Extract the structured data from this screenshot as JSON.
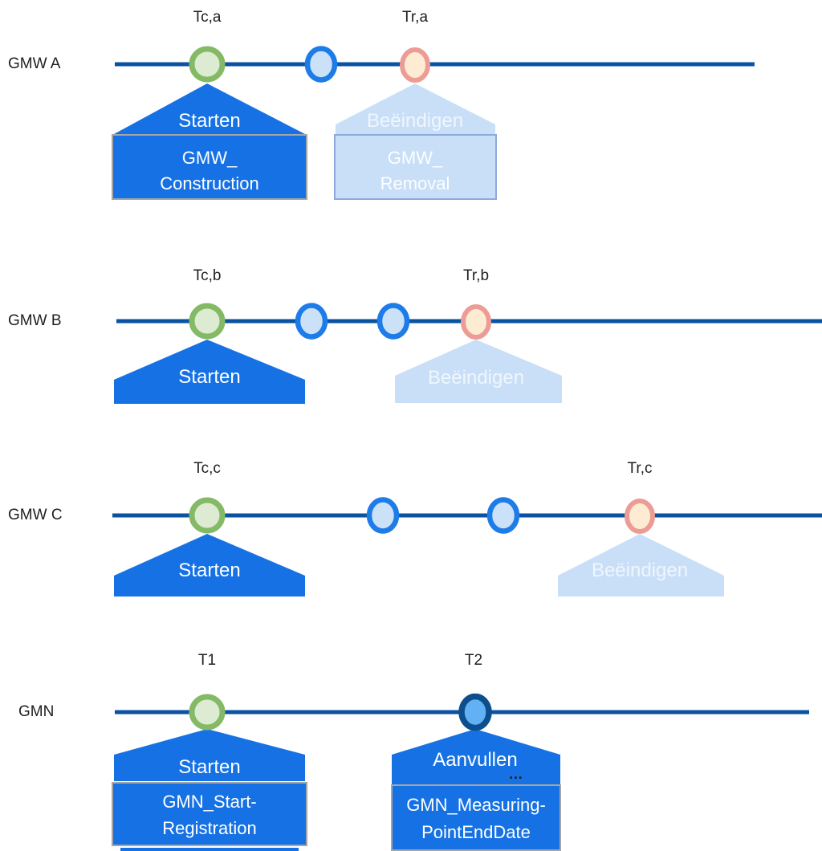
{
  "diagram": {
    "rows": [
      {
        "key": "gmw_a",
        "label": "GMW A",
        "t_start": "Tc,a",
        "t_end": "Tr,a",
        "markers": [
          "green",
          "blue",
          "orange"
        ],
        "start_action": "Starten",
        "start_doc": [
          "GMW_",
          "Construction"
        ],
        "end_action": "Beëindigen",
        "end_doc": [
          "GMW_",
          "Removal"
        ]
      },
      {
        "key": "gmw_b",
        "label": "GMW B",
        "t_start": "Tc,b",
        "t_end": "Tr,b",
        "markers": [
          "green",
          "blue",
          "blue",
          "orange"
        ],
        "start_action": "Starten",
        "end_action": "Beëindigen"
      },
      {
        "key": "gmw_c",
        "label": "GMW C",
        "t_start": "Tc,c",
        "t_end": "Tr,c",
        "markers": [
          "green",
          "blue",
          "blue",
          "orange"
        ],
        "start_action": "Starten",
        "end_action": "Beëindigen"
      },
      {
        "key": "gmn",
        "label": "GMN",
        "t_start": "T1",
        "t_end": "T2",
        "markers": [
          "green",
          "navy"
        ],
        "start_action": "Starten",
        "start_doc": [
          "GMN_Start-",
          "Registration"
        ],
        "end_action": "Aanvullen",
        "end_more": "…",
        "end_doc": [
          "GMN_Measuring-",
          "PointEndDate"
        ]
      }
    ],
    "colors": {
      "timeline": "#0A52A2",
      "action_callout_fill": "#1672E4",
      "action_callout_border": "#A6A6A6",
      "planned_callout_fill": "#C9DFF8",
      "planned_callout_border": "#8EA9DB",
      "marker_green_fill": "#DCEBD1",
      "marker_green_border": "#84BA66",
      "marker_blue_fill": "#CBE1F8",
      "marker_blue_border": "#1E7CE8",
      "marker_orange_fill": "#FDEBD3",
      "marker_orange_border": "#EC9C94",
      "marker_navy_fill": "#63B1F5",
      "marker_navy_border": "#0D4E8C"
    }
  }
}
